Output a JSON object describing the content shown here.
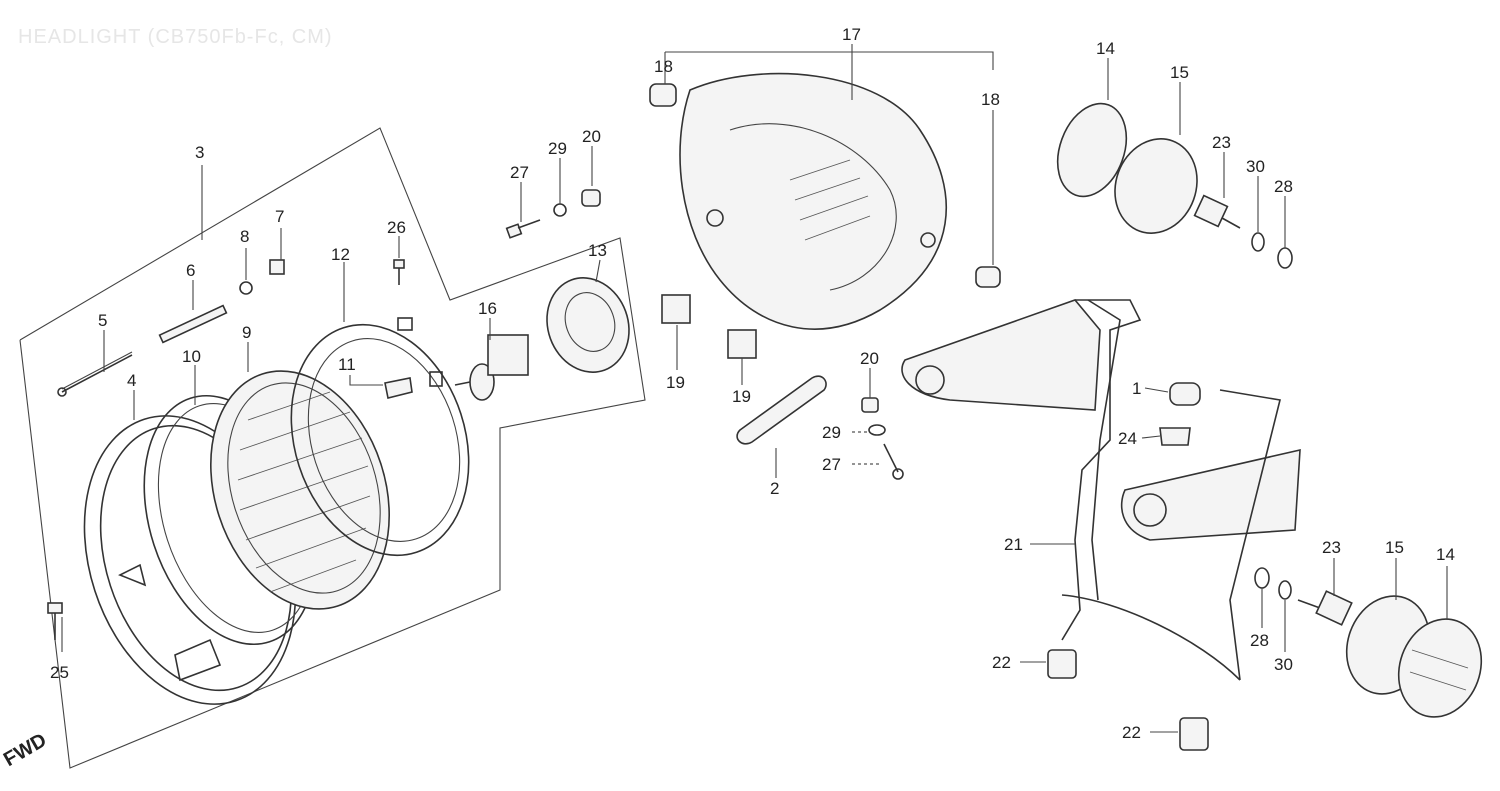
{
  "title": "HEADLIGHT (CB750Fb-Fc, CM)",
  "direction_label": "FWD",
  "callouts": [
    {
      "id": "c3",
      "text": "3"
    },
    {
      "id": "c7",
      "text": "7"
    },
    {
      "id": "c8",
      "text": "8"
    },
    {
      "id": "c6",
      "text": "6"
    },
    {
      "id": "c5",
      "text": "5"
    },
    {
      "id": "c4",
      "text": "4"
    },
    {
      "id": "c10",
      "text": "10"
    },
    {
      "id": "c9",
      "text": "9"
    },
    {
      "id": "c12",
      "text": "12"
    },
    {
      "id": "c11",
      "text": "11"
    },
    {
      "id": "c26",
      "text": "26"
    },
    {
      "id": "c25",
      "text": "25"
    },
    {
      "id": "c16",
      "text": "16"
    },
    {
      "id": "c13",
      "text": "13"
    },
    {
      "id": "c27a",
      "text": "27"
    },
    {
      "id": "c29a",
      "text": "29"
    },
    {
      "id": "c20a",
      "text": "20"
    },
    {
      "id": "c17",
      "text": "17"
    },
    {
      "id": "c18a",
      "text": "18"
    },
    {
      "id": "c18b",
      "text": "18"
    },
    {
      "id": "c19a",
      "text": "19"
    },
    {
      "id": "c19b",
      "text": "19"
    },
    {
      "id": "c2",
      "text": "2"
    },
    {
      "id": "c20b",
      "text": "20"
    },
    {
      "id": "c29b",
      "text": "29"
    },
    {
      "id": "c27b",
      "text": "27"
    },
    {
      "id": "c14a",
      "text": "14"
    },
    {
      "id": "c15a",
      "text": "15"
    },
    {
      "id": "c23a",
      "text": "23"
    },
    {
      "id": "c30a",
      "text": "30"
    },
    {
      "id": "c28a",
      "text": "28"
    },
    {
      "id": "c1",
      "text": "1"
    },
    {
      "id": "c24",
      "text": "24"
    },
    {
      "id": "c21",
      "text": "21"
    },
    {
      "id": "c22a",
      "text": "22"
    },
    {
      "id": "c22b",
      "text": "22"
    },
    {
      "id": "c28b",
      "text": "28"
    },
    {
      "id": "c30b",
      "text": "30"
    },
    {
      "id": "c23b",
      "text": "23"
    },
    {
      "id": "c15b",
      "text": "15"
    },
    {
      "id": "c14b",
      "text": "14"
    }
  ]
}
